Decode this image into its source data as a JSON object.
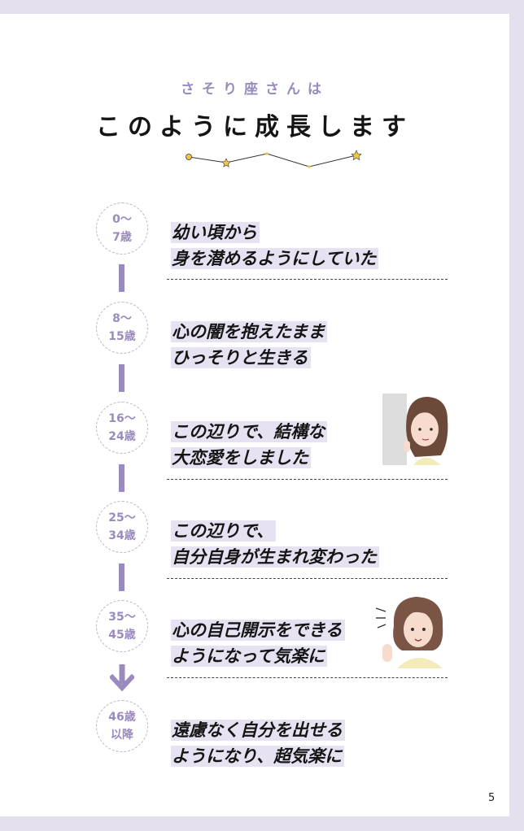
{
  "header": {
    "subtitle": "さそり座さんは",
    "title": "このように成長します"
  },
  "stages": [
    {
      "age_top": "0～",
      "age_bottom": "7歳",
      "line1": "幼い頃から",
      "line2": "身を潜めるようにしていた"
    },
    {
      "age_top": "8～",
      "age_bottom": "15歳",
      "line1": "心の闇を抱えたまま",
      "line2": "ひっそりと生きる"
    },
    {
      "age_top": "16～",
      "age_bottom": "24歳",
      "line1": "この辺りで、結構な",
      "line2": "大恋愛をしました"
    },
    {
      "age_top": "25～",
      "age_bottom": "34歳",
      "line1": "この辺りで、",
      "line2": "自分自身が生まれ変わった"
    },
    {
      "age_top": "35～",
      "age_bottom": "45歳",
      "line1": "心の自己開示をできる",
      "line2": "ようになって気楽に"
    },
    {
      "age_top": "46歳",
      "age_bottom": "以降",
      "line1": "遠慮なく自分を出せる",
      "line2": "ようになり、超気楽に"
    }
  ],
  "page_number": "5",
  "colors": {
    "accent": "#9a8bbf",
    "highlight": "#e6e2f1",
    "background": "#e4e0ee"
  }
}
